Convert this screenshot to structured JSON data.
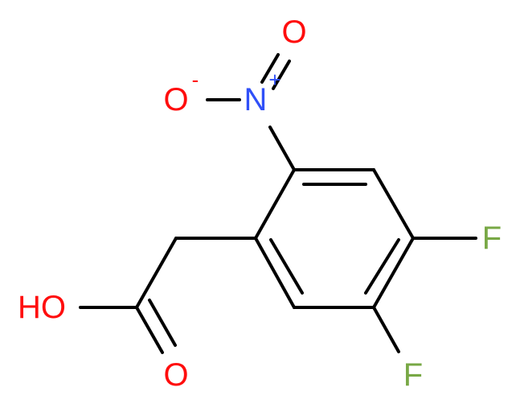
{
  "colors": {
    "bond": "#000000",
    "oxygen": "#ff0d0d",
    "nitrogen": "#3050f8",
    "fluorine": "#78a845"
  },
  "atoms": {
    "nitro_o_double": "O",
    "nitro_o_minus": "O",
    "nitro_o_minus_charge": "-",
    "nitro_n": "N",
    "nitro_n_charge": "+",
    "fluorine_upper": "F",
    "fluorine_lower": "F",
    "acid_oh": "HO",
    "acid_o": "O"
  }
}
